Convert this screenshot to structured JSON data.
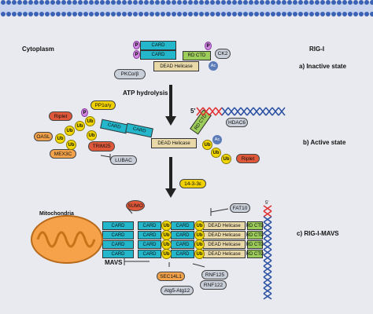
{
  "labels": {
    "cytoplasm": "Cytoplasm",
    "rig_i": "RIG-I",
    "inactive": "a) Inactive state",
    "active": "b) Active state",
    "rig_mavs": "c) RIG-I-MAVS",
    "atp": "ATP hydrolysis",
    "five_prime_top": "5'",
    "five_prime_right": "5'",
    "mitochondria": "Mitochondria",
    "mavs": "MAVS"
  },
  "domains": {
    "card": "CARD",
    "dead": "DEAD Helicase",
    "rdctd": "RD CTD",
    "ub": "Ub",
    "p": "P",
    "ac": "Ac"
  },
  "proteins": {
    "pkc": "PKCα/β",
    "ck2": "CK2",
    "pp1": "PP1α/γ",
    "riplet_left": "Riplet",
    "oasl": "OASL",
    "trim25": "TRIM25",
    "mex3c": "MEX3C",
    "lubac": "LUBAC",
    "hdac6": "HDAC6",
    "riplet_right": "Riplet",
    "fourteen33": "14-3-3ε",
    "sumo": "SUMO",
    "fat10": "FAT10",
    "sec14l1": "SEC14L1",
    "rnf125": "RNF125",
    "rnf122": "RNF122",
    "atg": "Atg5-Atg12"
  },
  "colors": {
    "card": "#24b7cc",
    "dead": "#e9d8a8",
    "rdctd": "#9ccc5a",
    "ub": "#f2d800",
    "membrane": "#3a62b5",
    "rna": "#2a4fa0",
    "rna_5p": "#e03030"
  }
}
